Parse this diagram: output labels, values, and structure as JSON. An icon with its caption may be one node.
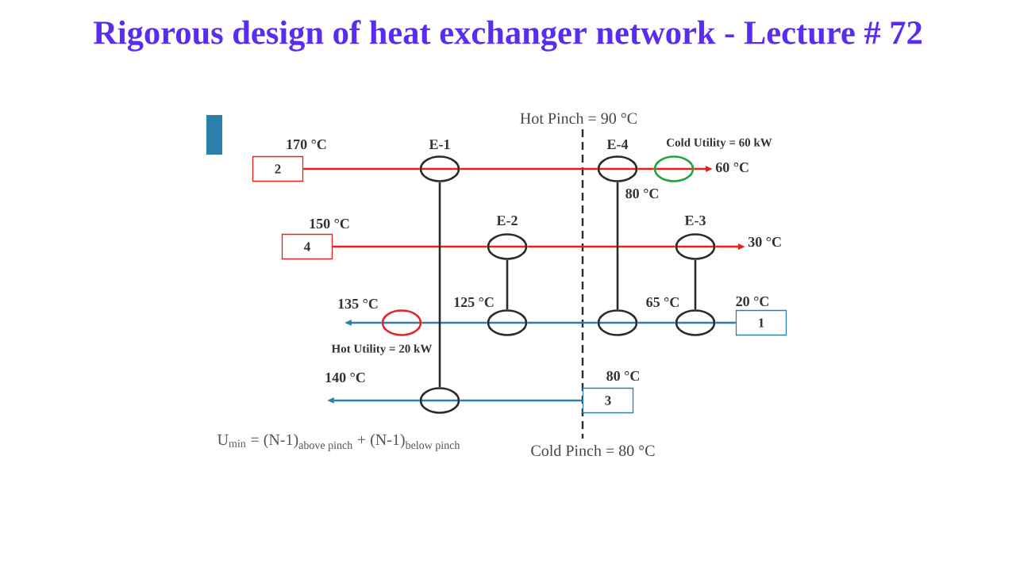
{
  "diagram": {
    "title": "Rigorous design of heat exchanger network - Lecture # 72",
    "nodes": [
      {
        "text": [
          "2"
        ],
        "beside": [
          "170 °C"
        ]
      },
      {
        "text": [],
        "shape": "ellipse",
        "beside": [
          "E-1"
        ]
      },
      {
        "text": [],
        "shape": "ellipse",
        "beside": [
          "E-4"
        ]
      },
      {
        "text": [],
        "shape": "ellipse",
        "beside": [
          "Cold Utility = 60 kW"
        ]
      },
      {
        "text": [
          "4"
        ],
        "beside": [
          "150 °C"
        ]
      },
      {
        "text": [],
        "shape": "ellipse",
        "beside": [
          "E-2"
        ]
      },
      {
        "text": [],
        "shape": "ellipse",
        "beside": [
          "E-3"
        ]
      },
      {
        "text": [],
        "shape": "ellipse",
        "beside": [
          "Hot Utility = 20 kW"
        ]
      },
      {
        "text": [],
        "shape": "ellipse"
      },
      {
        "text": [],
        "shape": "ellipse"
      },
      {
        "text": [],
        "shape": "ellipse"
      },
      {
        "text": [
          "1"
        ],
        "beside": [
          "20 °C"
        ]
      },
      {
        "text": [],
        "shape": "ellipse"
      },
      {
        "text": [
          "3"
        ],
        "beside": [
          "80 °C"
        ]
      },
      {
        "text": [
          "60 °C"
        ]
      },
      {
        "text": [
          "30 °C"
        ]
      },
      {
        "text": [
          "135 °C"
        ]
      },
      {
        "text": [
          "140 °C"
        ]
      }
    ],
    "edges": [
      {
        "from": 0,
        "to": 1,
        "arrow": "none",
        "color": "#e8201f"
      },
      {
        "from": 1,
        "to": 2,
        "arrow": "none",
        "color": "#e8201f"
      },
      {
        "from": 2,
        "to": 3,
        "arrow": "none",
        "color": "#e8201f"
      },
      {
        "from": 3,
        "to": 14,
        "arrow": "to",
        "color": "#e8201f"
      },
      {
        "from": 4,
        "to": 5,
        "arrow": "none",
        "color": "#e8201f"
      },
      {
        "from": 5,
        "to": 6,
        "arrow": "none",
        "color": "#e8201f"
      },
      {
        "from": 6,
        "to": 15,
        "arrow": "to",
        "color": "#e8201f"
      },
      {
        "from": 11,
        "to": 10,
        "arrow": "none",
        "color": "#2e7fa6"
      },
      {
        "from": 10,
        "to": 9,
        "arrow": "none",
        "color": "#2e7fa6"
      },
      {
        "from": 9,
        "to": 8,
        "arrow": "none",
        "color": "#2e7fa6"
      },
      {
        "from": 8,
        "to": 7,
        "arrow": "none",
        "color": "#2e7fa6"
      },
      {
        "from": 7,
        "to": 16,
        "arrow": "to",
        "color": "#2e7fa6"
      },
      {
        "from": 13,
        "to": 12,
        "arrow": "none",
        "color": "#2e7fa6"
      },
      {
        "from": 12,
        "to": 17,
        "arrow": "to",
        "color": "#2e7fa6"
      },
      {
        "from": 1,
        "to": 12,
        "arrow": "none",
        "color": "#2b2b2b"
      },
      {
        "from": 5,
        "to": 8,
        "arrow": "none",
        "color": "#2b2b2b"
      },
      {
        "from": 2,
        "to": 9,
        "arrow": "none",
        "color": "#2b2b2b"
      },
      {
        "from": 6,
        "to": 10,
        "arrow": "none",
        "color": "#2b2b2b"
      }
    ],
    "labels": [
      "Hot Pinch = 90 °C",
      "80 °C",
      "125 °C",
      "65 °C",
      "Cold Pinch = 80 °C",
      "\\text{U}_{\\text{min}}\\text{ = (N-1)}_{\\text{above pinch}}\\text{ + (N-1)}_{\\text{below pinch}}"
    ]
  }
}
